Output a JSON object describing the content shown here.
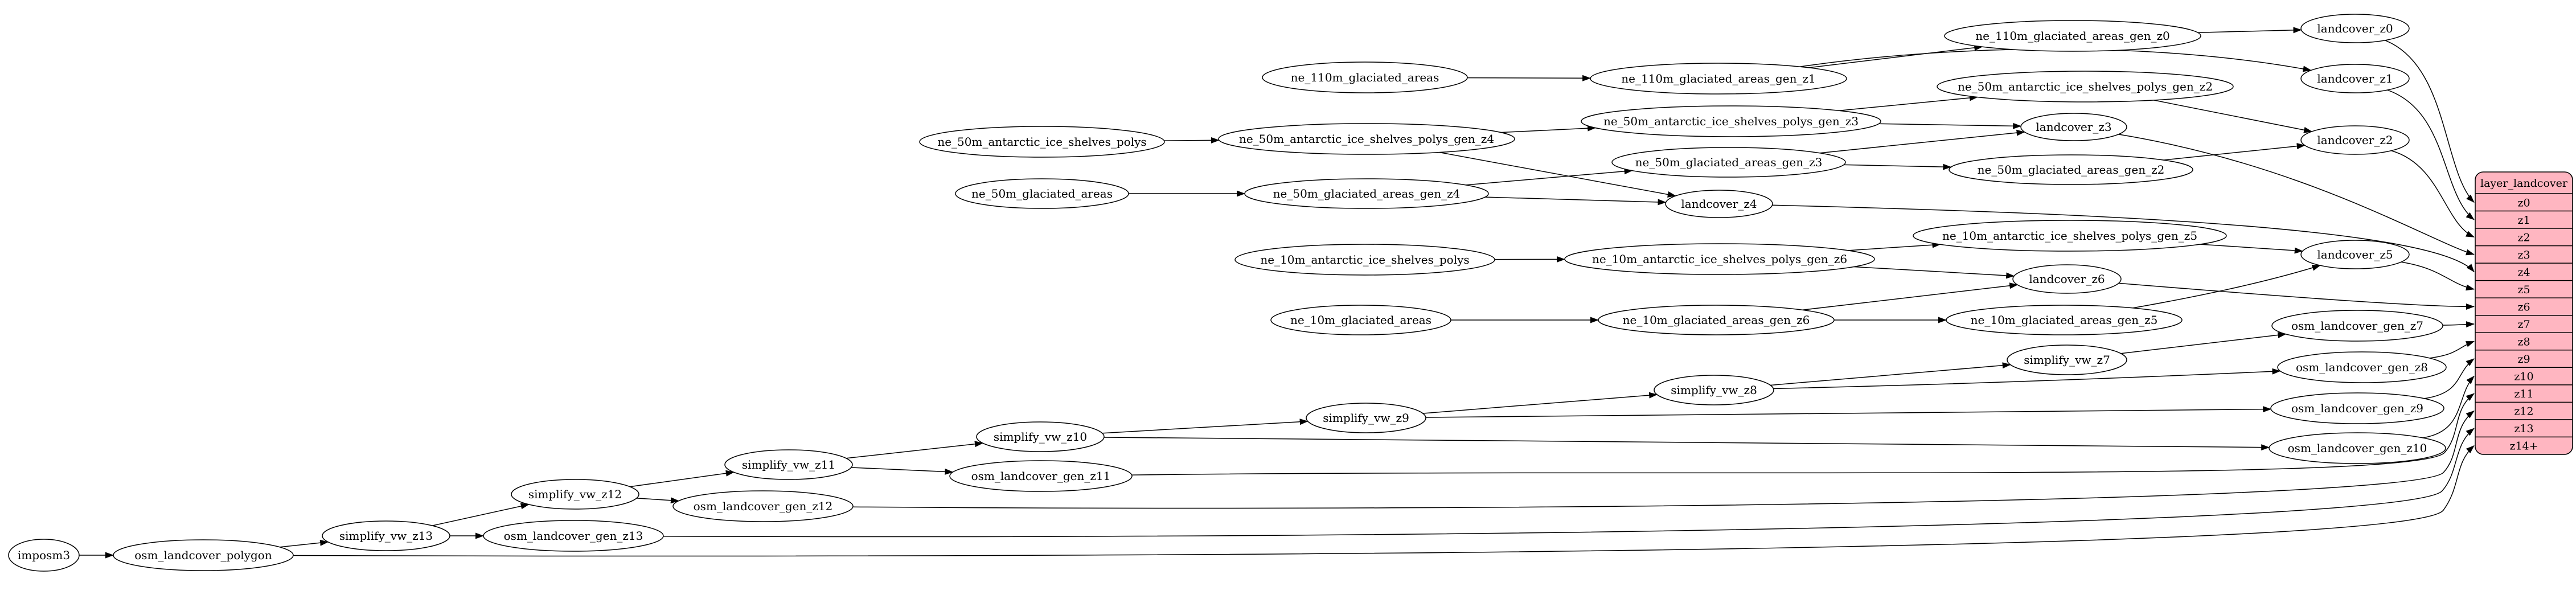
{
  "diagram": {
    "background": "#ffffff",
    "node_fill": "#ffffff",
    "node_stroke": "#000000",
    "edge_color": "#000000",
    "table_fill": "#ffb6c1"
  },
  "nodes": {
    "imposm3": "imposm3",
    "osm_landcover_polygon": "osm_landcover_polygon",
    "simplify_vw_z13": "simplify_vw_z13",
    "osm_landcover_gen_z13": "osm_landcover_gen_z13",
    "simplify_vw_z12": "simplify_vw_z12",
    "osm_landcover_gen_z12": "osm_landcover_gen_z12",
    "simplify_vw_z11": "simplify_vw_z11",
    "osm_landcover_gen_z11": "osm_landcover_gen_z11",
    "simplify_vw_z10": "simplify_vw_z10",
    "osm_landcover_gen_z10": "osm_landcover_gen_z10",
    "simplify_vw_z9": "simplify_vw_z9",
    "osm_landcover_gen_z9": "osm_landcover_gen_z9",
    "simplify_vw_z8": "simplify_vw_z8",
    "osm_landcover_gen_z8": "osm_landcover_gen_z8",
    "simplify_vw_z7": "simplify_vw_z7",
    "osm_landcover_gen_z7": "osm_landcover_gen_z7",
    "ne_110m_glaciated_areas": "ne_110m_glaciated_areas",
    "ne_110m_glaciated_areas_gen_z1": "ne_110m_glaciated_areas_gen_z1",
    "ne_110m_glaciated_areas_gen_z0": "ne_110m_glaciated_areas_gen_z0",
    "landcover_z0": "landcover_z0",
    "landcover_z1": "landcover_z1",
    "landcover_z2": "landcover_z2",
    "ne_50m_antarctic_ice_shelves_polys": "ne_50m_antarctic_ice_shelves_polys",
    "ne_50m_antarctic_ice_shelves_polys_gen_z4": "ne_50m_antarctic_ice_shelves_polys_gen_z4",
    "ne_50m_antarctic_ice_shelves_polys_gen_z3": "ne_50m_antarctic_ice_shelves_polys_gen_z3",
    "ne_50m_antarctic_ice_shelves_polys_gen_z2": "ne_50m_antarctic_ice_shelves_polys_gen_z2",
    "ne_50m_glaciated_areas": "ne_50m_glaciated_areas",
    "ne_50m_glaciated_areas_gen_z4": "ne_50m_glaciated_areas_gen_z4",
    "ne_50m_glaciated_areas_gen_z3": "ne_50m_glaciated_areas_gen_z3",
    "ne_50m_glaciated_areas_gen_z2": "ne_50m_glaciated_areas_gen_z2",
    "landcover_z3": "landcover_z3",
    "landcover_z4": "landcover_z4",
    "ne_10m_antarctic_ice_shelves_polys": "ne_10m_antarctic_ice_shelves_polys",
    "ne_10m_antarctic_ice_shelves_polys_gen_z6": "ne_10m_antarctic_ice_shelves_polys_gen_z6",
    "ne_10m_antarctic_ice_shelves_polys_gen_z5": "ne_10m_antarctic_ice_shelves_polys_gen_z5",
    "ne_10m_glaciated_areas": "ne_10m_glaciated_areas",
    "ne_10m_glaciated_areas_gen_z6": "ne_10m_glaciated_areas_gen_z6",
    "ne_10m_glaciated_areas_gen_z5": "ne_10m_glaciated_areas_gen_z5",
    "landcover_z5": "landcover_z5",
    "landcover_z6": "landcover_z6"
  },
  "table": {
    "title": "layer_landcover",
    "rows": [
      "z0",
      "z1",
      "z2",
      "z3",
      "z4",
      "z5",
      "z6",
      "z7",
      "z8",
      "z9",
      "z10",
      "z11",
      "z12",
      "z13",
      "z14+"
    ]
  },
  "edges": [
    {
      "from": "imposm3",
      "to": "osm_landcover_polygon"
    },
    {
      "from": "osm_landcover_polygon",
      "to": "simplify_vw_z13"
    },
    {
      "from": "osm_landcover_polygon",
      "to": "layer_landcover.z14+"
    },
    {
      "from": "simplify_vw_z13",
      "to": "simplify_vw_z12"
    },
    {
      "from": "simplify_vw_z13",
      "to": "osm_landcover_gen_z13"
    },
    {
      "from": "osm_landcover_gen_z13",
      "to": "layer_landcover.z13"
    },
    {
      "from": "simplify_vw_z12",
      "to": "simplify_vw_z11"
    },
    {
      "from": "simplify_vw_z12",
      "to": "osm_landcover_gen_z12"
    },
    {
      "from": "osm_landcover_gen_z12",
      "to": "layer_landcover.z12"
    },
    {
      "from": "simplify_vw_z11",
      "to": "simplify_vw_z10"
    },
    {
      "from": "simplify_vw_z11",
      "to": "osm_landcover_gen_z11"
    },
    {
      "from": "osm_landcover_gen_z11",
      "to": "layer_landcover.z11"
    },
    {
      "from": "simplify_vw_z10",
      "to": "simplify_vw_z9"
    },
    {
      "from": "simplify_vw_z10",
      "to": "osm_landcover_gen_z10"
    },
    {
      "from": "osm_landcover_gen_z10",
      "to": "layer_landcover.z10"
    },
    {
      "from": "simplify_vw_z9",
      "to": "simplify_vw_z8"
    },
    {
      "from": "simplify_vw_z9",
      "to": "osm_landcover_gen_z9"
    },
    {
      "from": "osm_landcover_gen_z9",
      "to": "layer_landcover.z9"
    },
    {
      "from": "simplify_vw_z8",
      "to": "simplify_vw_z7"
    },
    {
      "from": "simplify_vw_z8",
      "to": "osm_landcover_gen_z8"
    },
    {
      "from": "osm_landcover_gen_z8",
      "to": "layer_landcover.z8"
    },
    {
      "from": "simplify_vw_z7",
      "to": "osm_landcover_gen_z7"
    },
    {
      "from": "osm_landcover_gen_z7",
      "to": "layer_landcover.z7"
    },
    {
      "from": "ne_110m_glaciated_areas",
      "to": "ne_110m_glaciated_areas_gen_z1"
    },
    {
      "from": "ne_110m_glaciated_areas_gen_z1",
      "to": "ne_110m_glaciated_areas_gen_z0"
    },
    {
      "from": "ne_110m_glaciated_areas_gen_z1",
      "to": "landcover_z1"
    },
    {
      "from": "ne_110m_glaciated_areas_gen_z0",
      "to": "landcover_z0"
    },
    {
      "from": "landcover_z0",
      "to": "layer_landcover.z0"
    },
    {
      "from": "landcover_z1",
      "to": "layer_landcover.z1"
    },
    {
      "from": "ne_50m_antarctic_ice_shelves_polys",
      "to": "ne_50m_antarctic_ice_shelves_polys_gen_z4"
    },
    {
      "from": "ne_50m_antarctic_ice_shelves_polys_gen_z4",
      "to": "ne_50m_antarctic_ice_shelves_polys_gen_z3"
    },
    {
      "from": "ne_50m_antarctic_ice_shelves_polys_gen_z4",
      "to": "landcover_z4"
    },
    {
      "from": "ne_50m_antarctic_ice_shelves_polys_gen_z3",
      "to": "ne_50m_antarctic_ice_shelves_polys_gen_z2"
    },
    {
      "from": "ne_50m_antarctic_ice_shelves_polys_gen_z3",
      "to": "landcover_z3"
    },
    {
      "from": "ne_50m_antarctic_ice_shelves_polys_gen_z2",
      "to": "landcover_z2"
    },
    {
      "from": "ne_50m_glaciated_areas",
      "to": "ne_50m_glaciated_areas_gen_z4"
    },
    {
      "from": "ne_50m_glaciated_areas_gen_z4",
      "to": "ne_50m_glaciated_areas_gen_z3"
    },
    {
      "from": "ne_50m_glaciated_areas_gen_z4",
      "to": "landcover_z4"
    },
    {
      "from": "ne_50m_glaciated_areas_gen_z3",
      "to": "ne_50m_glaciated_areas_gen_z2"
    },
    {
      "from": "ne_50m_glaciated_areas_gen_z3",
      "to": "landcover_z3"
    },
    {
      "from": "ne_50m_glaciated_areas_gen_z2",
      "to": "landcover_z2"
    },
    {
      "from": "landcover_z2",
      "to": "layer_landcover.z2"
    },
    {
      "from": "landcover_z3",
      "to": "layer_landcover.z3"
    },
    {
      "from": "landcover_z4",
      "to": "layer_landcover.z4"
    },
    {
      "from": "ne_10m_antarctic_ice_shelves_polys",
      "to": "ne_10m_antarctic_ice_shelves_polys_gen_z6"
    },
    {
      "from": "ne_10m_antarctic_ice_shelves_polys_gen_z6",
      "to": "ne_10m_antarctic_ice_shelves_polys_gen_z5"
    },
    {
      "from": "ne_10m_antarctic_ice_shelves_polys_gen_z6",
      "to": "landcover_z6"
    },
    {
      "from": "ne_10m_antarctic_ice_shelves_polys_gen_z5",
      "to": "landcover_z5"
    },
    {
      "from": "ne_10m_glaciated_areas",
      "to": "ne_10m_glaciated_areas_gen_z6"
    },
    {
      "from": "ne_10m_glaciated_areas_gen_z6",
      "to": "ne_10m_glaciated_areas_gen_z5"
    },
    {
      "from": "ne_10m_glaciated_areas_gen_z6",
      "to": "landcover_z6"
    },
    {
      "from": "ne_10m_glaciated_areas_gen_z5",
      "to": "landcover_z5"
    },
    {
      "from": "landcover_z5",
      "to": "layer_landcover.z5"
    },
    {
      "from": "landcover_z6",
      "to": "layer_landcover.z6"
    }
  ]
}
